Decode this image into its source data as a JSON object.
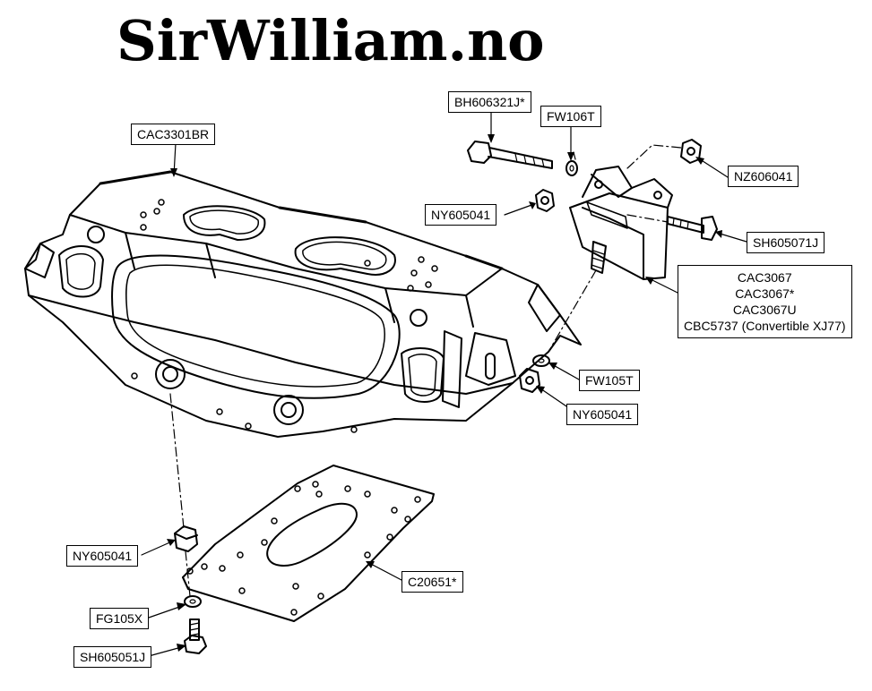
{
  "brand": "SirWilliam.no",
  "labels": {
    "cac3301br": "CAC3301BR",
    "bh606321j": "BH606321J*",
    "fw106t": "FW106T",
    "nz606041": "NZ606041",
    "ny605041_top": "NY605041",
    "sh605071j": "SH605071J",
    "mount_lines": [
      "CAC3067",
      "CAC3067*",
      "CAC3067U",
      "CBC5737 (Convertible XJ77)"
    ],
    "fw105t": "FW105T",
    "ny605041_mid": "NY605041",
    "ny605041_bottom": "NY605041",
    "c20651": "C20651*",
    "fg105x": "FG105X",
    "sh605051j": "SH605051J"
  },
  "colors": {
    "ink": "#000000",
    "paper": "#ffffff"
  }
}
